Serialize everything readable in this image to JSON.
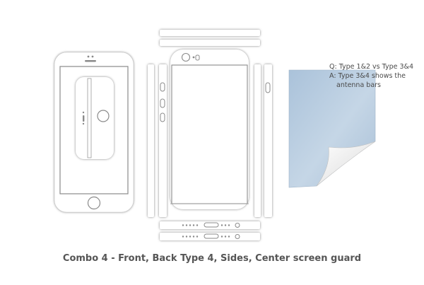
{
  "qa": {
    "question": "Q: Type 1&2 vs Type 3&4",
    "answer_line1": "A: Type 3&4 shows the",
    "answer_line2": "antenna bars"
  },
  "caption": "Combo 4 - Front, Back Type 4, Sides, Center screen guard",
  "colors": {
    "skin_fill": "#ffffff",
    "shadow": "#8a8a8a",
    "cutout": "#9a9a9a",
    "guard_blue": "#b9cde0",
    "text": "#555555"
  },
  "icons": {
    "front": "front-skin-icon",
    "back": "back-skin-icon",
    "sides": "side-strip-icon",
    "guard": "screen-guard-sheet-icon"
  }
}
